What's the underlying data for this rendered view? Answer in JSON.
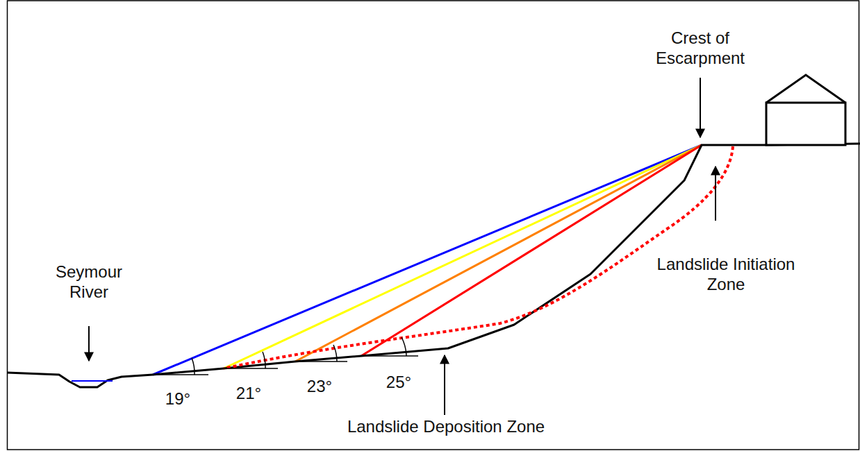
{
  "diagram": {
    "labels": [
      "Crest of Escarpment",
      "Seymour River",
      "Landslide Initiation Zone",
      "19°",
      "21°",
      "23°",
      "25°",
      "Landslide Deposition Zone"
    ]
  }
}
